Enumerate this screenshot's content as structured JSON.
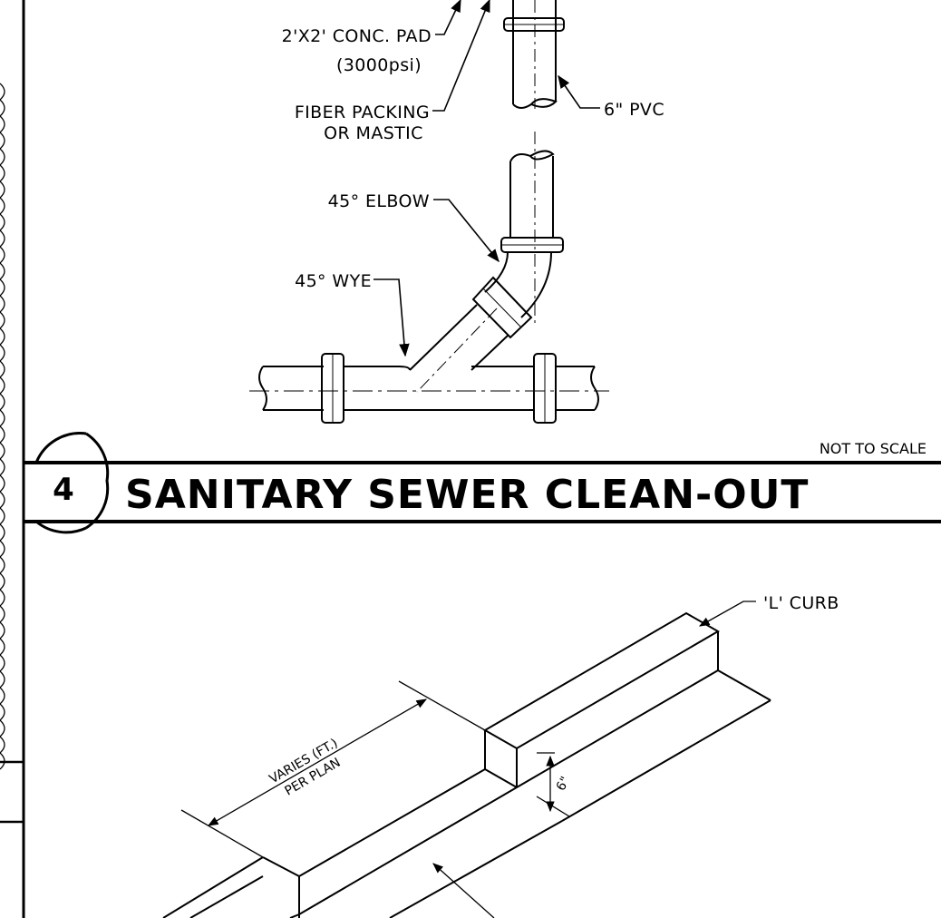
{
  "detail_4": {
    "number": "4",
    "title": "SANITARY SEWER CLEAN-OUT",
    "scale_note": "NOT TO SCALE",
    "labels": {
      "conc_pad_line1": "2'X2' CONC. PAD",
      "conc_pad_line2": "(3000psi)",
      "fiber_packing_line1": "FIBER PACKING",
      "fiber_packing_line2": "OR MASTIC",
      "pvc": "6\" PVC",
      "elbow": "45° ELBOW",
      "wye": "45° WYE"
    }
  },
  "curb_detail": {
    "labels": {
      "curb": "'L' CURB",
      "varies_line1": "VARIES (FT.)",
      "varies_line2": "PER PLAN",
      "dimension": "6\""
    }
  },
  "colors": {
    "ink": "#000000",
    "paper": "#ffffff"
  }
}
